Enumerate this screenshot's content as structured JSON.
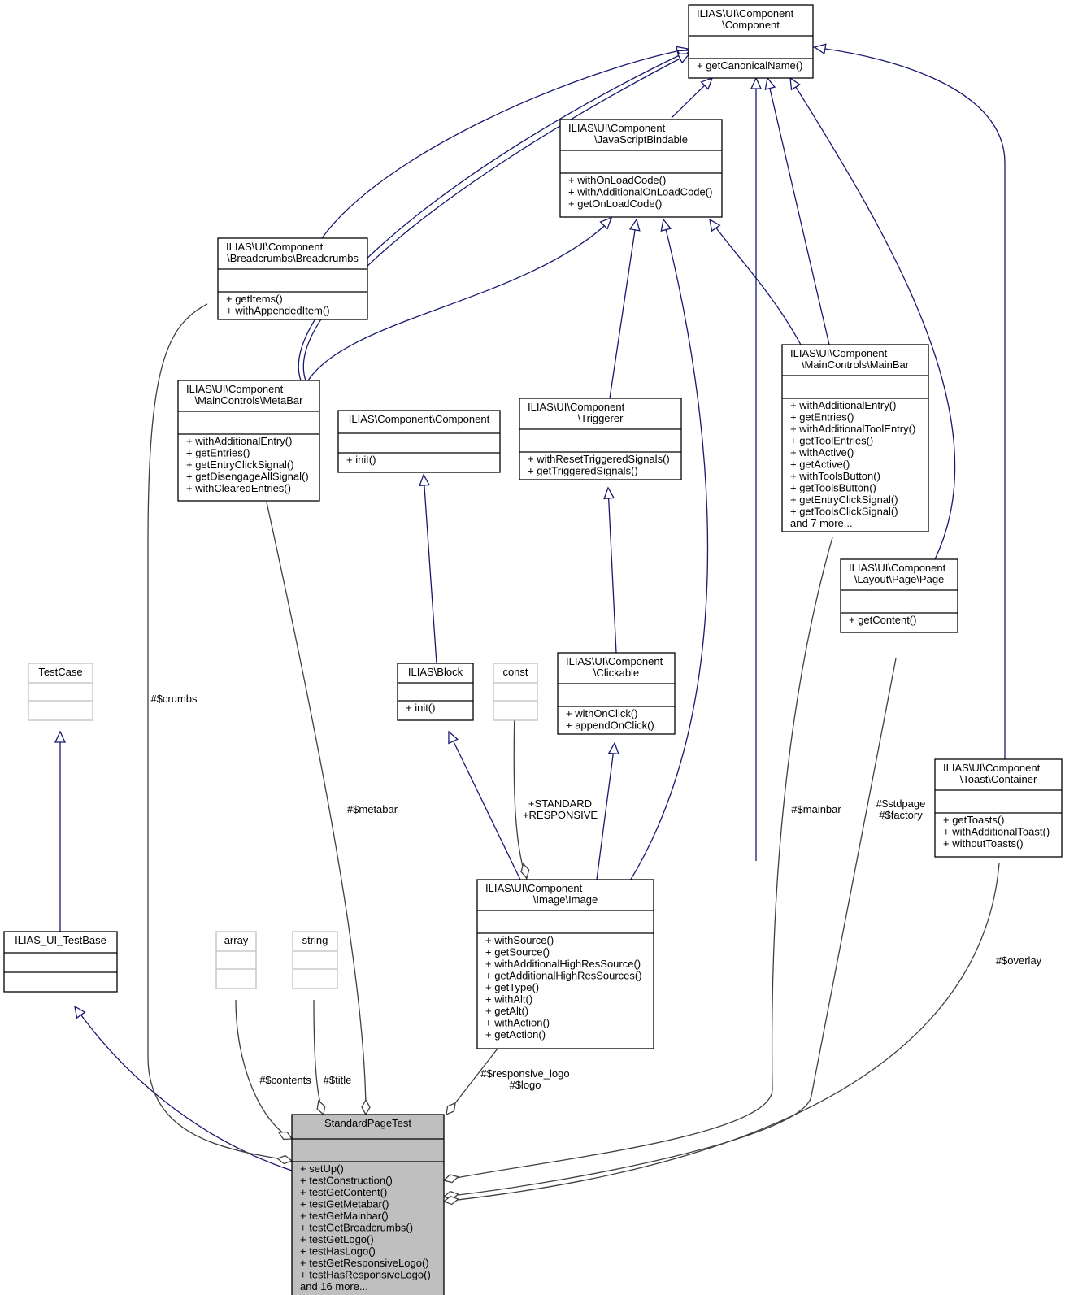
{
  "classes": {
    "component": {
      "name_lines": [
        "ILIAS\\UI\\Component",
        "\\Component"
      ],
      "attrs": [],
      "methods": [
        "+ getCanonicalName()"
      ]
    },
    "jsbindable": {
      "name_lines": [
        "ILIAS\\UI\\Component",
        "\\JavaScriptBindable"
      ],
      "attrs": [],
      "methods": [
        "+ withOnLoadCode()",
        "+ withAdditionalOnLoadCode()",
        "+ getOnLoadCode()"
      ]
    },
    "breadcrumbs": {
      "name_lines": [
        "ILIAS\\UI\\Component",
        "\\Breadcrumbs\\Breadcrumbs"
      ],
      "attrs": [],
      "methods": [
        "+ getItems()",
        "+ withAppendedItem()"
      ]
    },
    "mainbar": {
      "name_lines": [
        "ILIAS\\UI\\Component",
        "\\MainControls\\MainBar"
      ],
      "attrs": [],
      "methods": [
        "+ withAdditionalEntry()",
        "+ getEntries()",
        "+ withAdditionalToolEntry()",
        "+ getToolEntries()",
        "+ withActive()",
        "+ getActive()",
        "+ withToolsButton()",
        "+ getToolsButton()",
        "+ getEntryClickSignal()",
        "+ getToolsClickSignal()",
        "and 7 more..."
      ]
    },
    "metabar": {
      "name_lines": [
        "ILIAS\\UI\\Component",
        "\\MainControls\\MetaBar"
      ],
      "attrs": [],
      "methods": [
        "+ withAdditionalEntry()",
        "+ getEntries()",
        "+ getEntryClickSignal()",
        "+ getDisengageAllSignal()",
        "+ withClearedEntries()"
      ]
    },
    "ilcomponent": {
      "name_lines": [
        "ILIAS\\Component\\Component"
      ],
      "attrs": [],
      "methods": [
        "+ init()"
      ]
    },
    "triggerer": {
      "name_lines": [
        "ILIAS\\UI\\Component",
        "\\Triggerer"
      ],
      "attrs": [],
      "methods": [
        "+ withResetTriggeredSignals()",
        "+ getTriggeredSignals()"
      ]
    },
    "page": {
      "name_lines": [
        "ILIAS\\UI\\Component",
        "\\Layout\\Page\\Page"
      ],
      "attrs": [],
      "methods": [
        "+ getContent()"
      ]
    },
    "testcase": {
      "name_lines": [
        "TestCase"
      ],
      "attrs": [],
      "methods": []
    },
    "block": {
      "name_lines": [
        "ILIAS\\Block"
      ],
      "attrs": [],
      "methods": [
        "+ init()"
      ]
    },
    "const": {
      "name_lines": [
        "const"
      ],
      "attrs": [],
      "methods": []
    },
    "clickable": {
      "name_lines": [
        "ILIAS\\UI\\Component",
        "\\Clickable"
      ],
      "attrs": [],
      "methods": [
        "+ withOnClick()",
        "+ appendOnClick()"
      ]
    },
    "toast": {
      "name_lines": [
        "ILIAS\\UI\\Component",
        "\\Toast\\Container"
      ],
      "attrs": [],
      "methods": [
        "+ getToasts()",
        "+ withAdditionalToast()",
        "+ withoutToasts()"
      ]
    },
    "image": {
      "name_lines": [
        "ILIAS\\UI\\Component",
        "\\Image\\Image"
      ],
      "attrs": [],
      "methods": [
        "+ withSource()",
        "+ getSource()",
        "+ withAdditionalHighResSource()",
        "+ getAdditionalHighResSources()",
        "+ getType()",
        "+ withAlt()",
        "+ getAlt()",
        "+ withAction()",
        "+ getAction()"
      ]
    },
    "testbase": {
      "name_lines": [
        "ILIAS_UI_TestBase"
      ],
      "attrs": [],
      "methods": []
    },
    "array": {
      "name_lines": [
        "array"
      ],
      "attrs": [],
      "methods": []
    },
    "string": {
      "name_lines": [
        "string"
      ],
      "attrs": [],
      "methods": []
    },
    "standardpagetest": {
      "name_lines": [
        "StandardPageTest"
      ],
      "attrs": [],
      "methods": [
        "+ setUp()",
        "+ testConstruction()",
        "+ testGetContent()",
        "+ testGetMetabar()",
        "+ testGetMainbar()",
        "+ testGetBreadcrumbs()",
        "+ testGetLogo()",
        "+ testHasLogo()",
        "+ testGetResponsiveLogo()",
        "+ testHasResponsiveLogo()",
        "and 16 more..."
      ]
    }
  },
  "edge_labels": {
    "crumbs": [
      "#$crumbs"
    ],
    "metabar": [
      "#$metabar"
    ],
    "mainbar": [
      "#$mainbar"
    ],
    "stdpage": [
      "#$stdpage",
      "#$factory"
    ],
    "overlay": [
      "#$overlay"
    ],
    "contents": [
      "#$contents"
    ],
    "title": [
      "#$title"
    ],
    "logo": [
      "#$responsive_logo",
      "#$logo"
    ],
    "standard": [
      "+STANDARD",
      "+RESPONSIVE"
    ]
  },
  "colors": {
    "inherit": "#191970",
    "assoc": "#404040",
    "border": "#000000",
    "ghost": "#bfbfbf",
    "highlight": "#bfbfbf"
  }
}
